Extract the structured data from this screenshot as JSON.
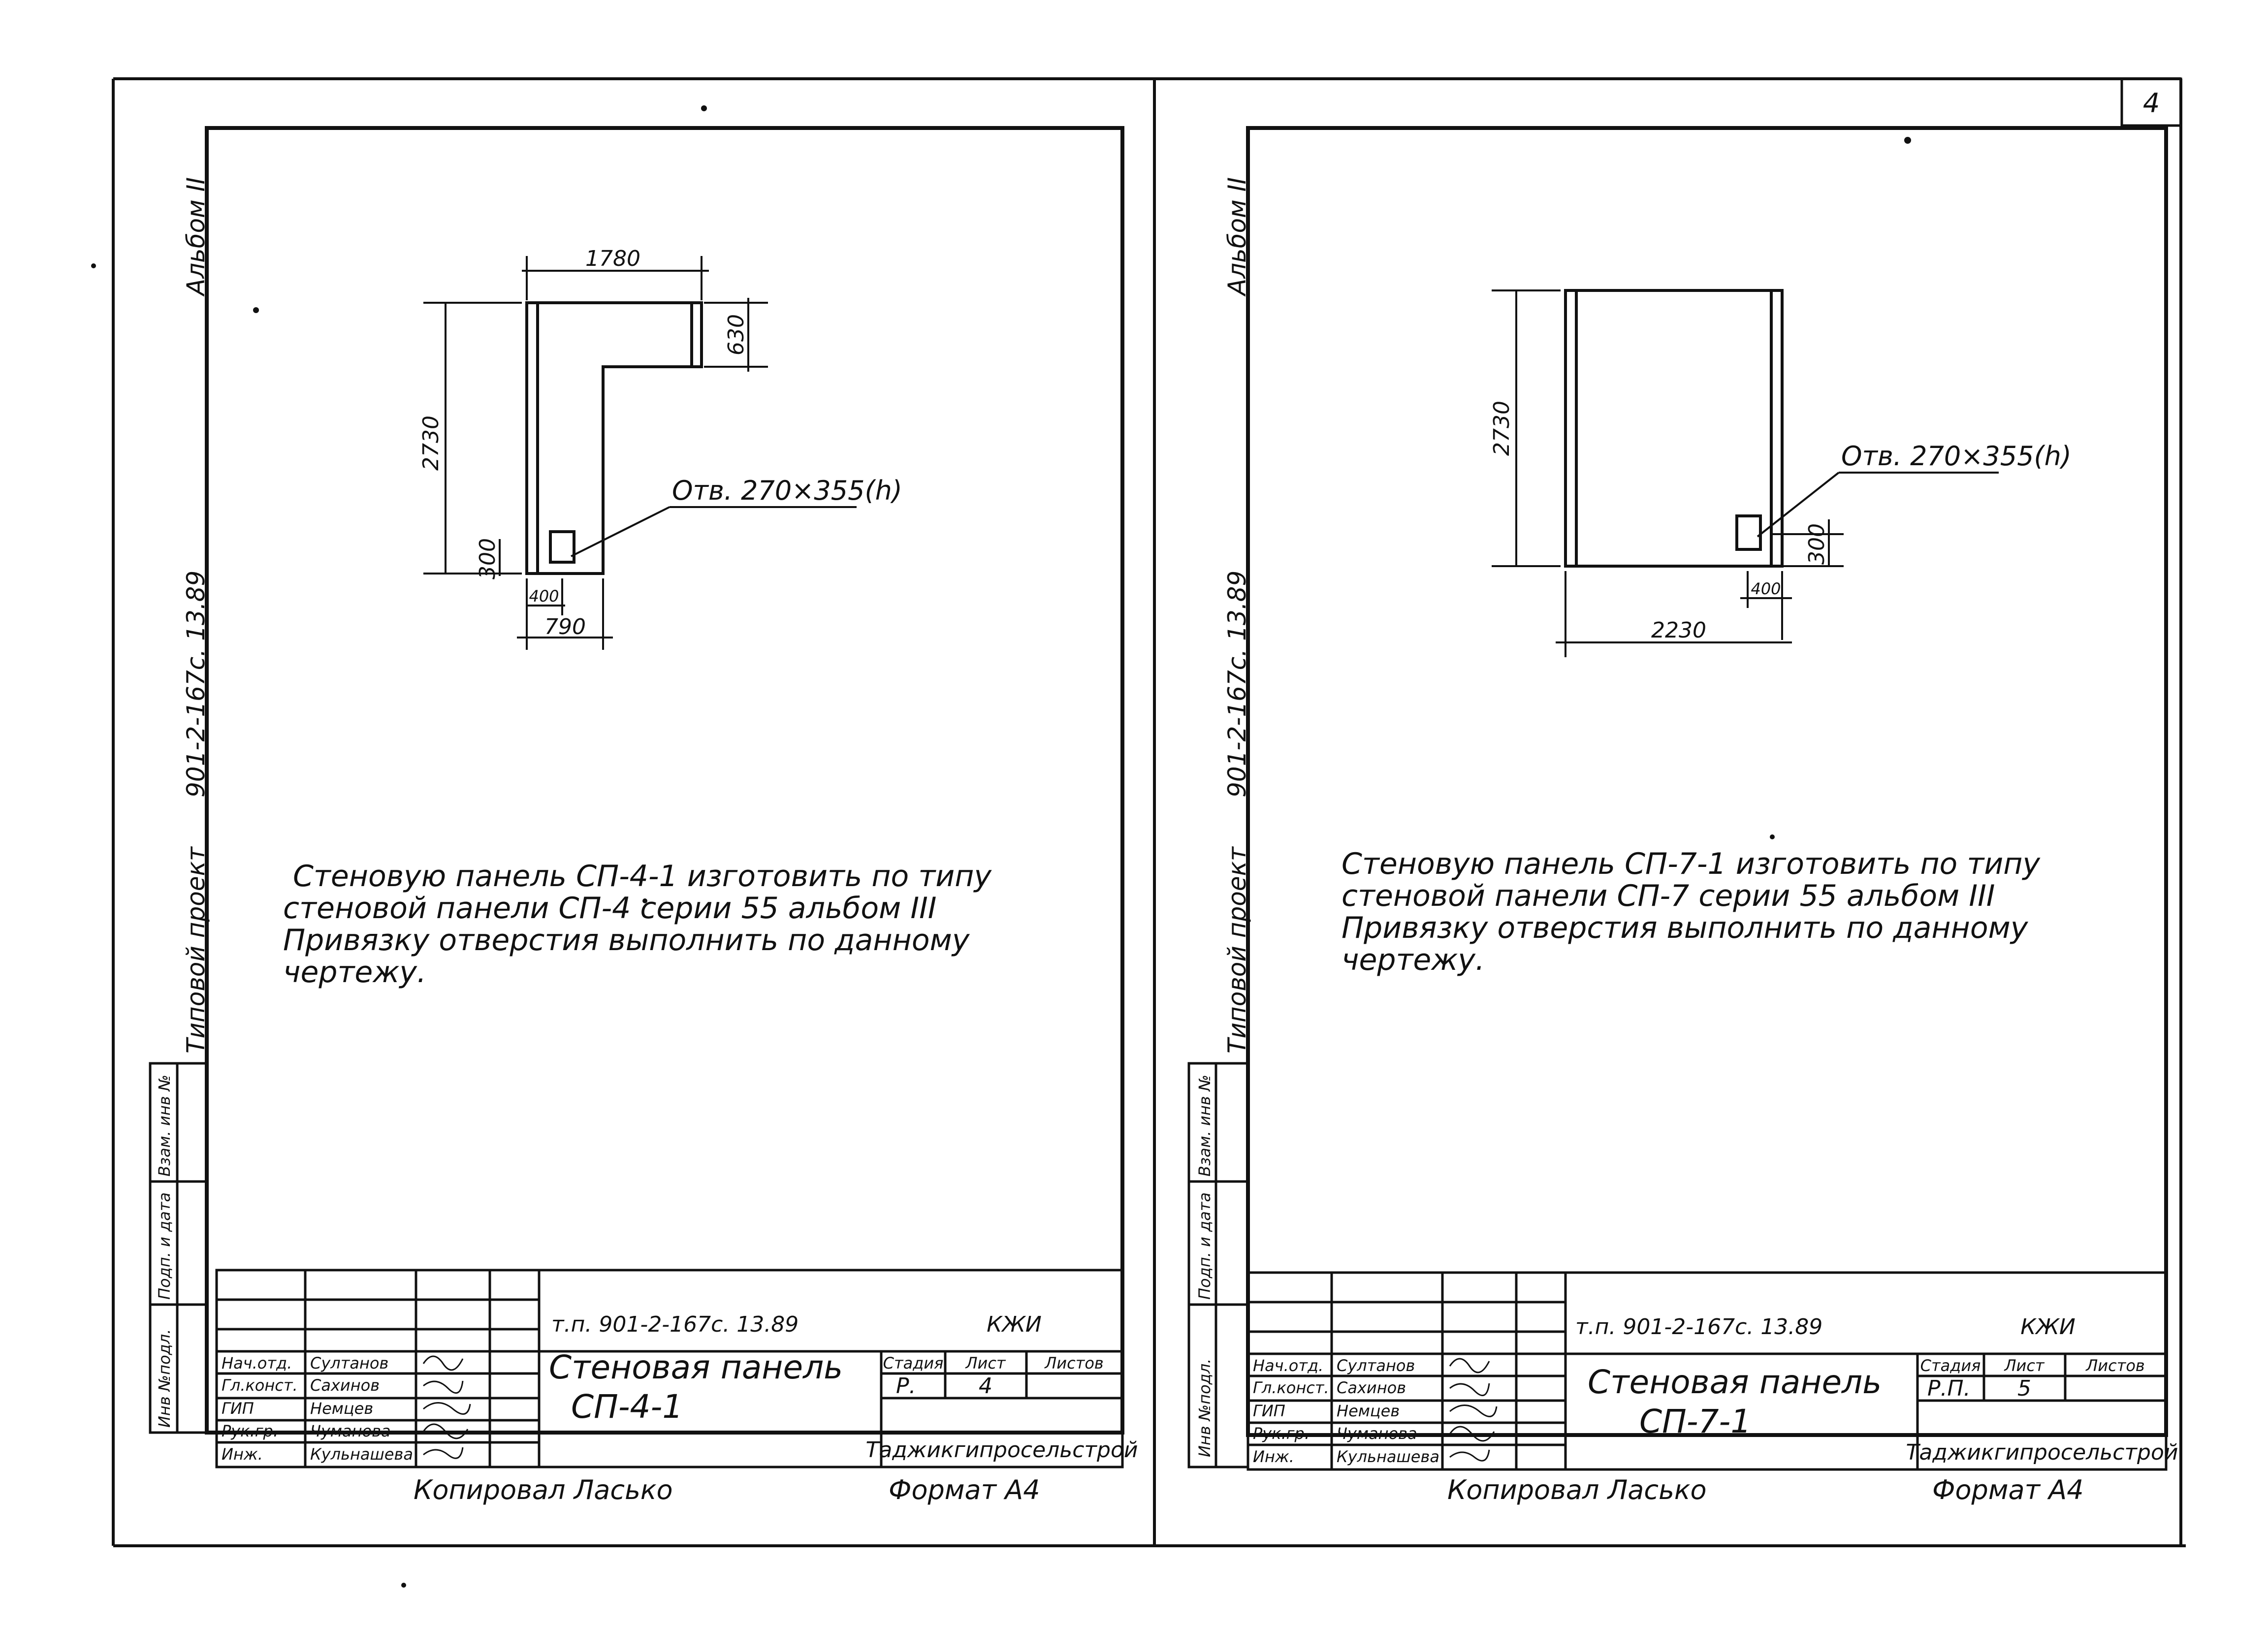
{
  "page": {
    "sheet_number": "4",
    "album_label": "Альбом II"
  },
  "left": {
    "side_project": "Типовой проект",
    "side_code": "901-2-167с. 13.89",
    "stamp_col1": "Инв №подл.",
    "stamp_col2": "Подп. и дата",
    "stamp_col3": "Взам. инв №",
    "dim_width_top": "1780",
    "dim_height": "2730",
    "dim_arm": "630",
    "dim_hole_y": "300",
    "dim_hole_x": "400",
    "dim_bottom": "790",
    "hole_label": "Отв. 270×355(h)",
    "note_lines": [
      "Стеновую панель СП-4-1 изготовить по типу",
      "стеновой панели СП-4 серии 55 альбом III",
      "Привязку отверстия выполнить по данному",
      "чертежу."
    ],
    "tb": {
      "doc_code": "т.п. 901-2-167с. 13.89",
      "section": "КЖИ",
      "title_line1": "Стеновая панель",
      "title_line2": "СП-4-1",
      "stage_header": "Стадия",
      "sheet_header": "Лист",
      "sheets_header": "Листов",
      "stage_value": "Р.",
      "sheet_value": "4",
      "org": "Таджикгипросельстрой",
      "roles": [
        "Нач.отд.",
        "Гл.конст.",
        "ГИП",
        "Рук.гр.",
        "Инж."
      ],
      "names": [
        "Султанов",
        "Сахинов",
        "Немцев",
        "Чуманова",
        "Кульнашева"
      ]
    },
    "copied": "Копировал  Ласько",
    "format": "Формат А4"
  },
  "right": {
    "side_project": "Типовой проект",
    "side_code": "901-2-167с. 13.89",
    "stamp_col1": "Инв №подл.",
    "stamp_col2": "Подп. и дата",
    "stamp_col3": "Взам. инв №",
    "dim_height": "2730",
    "dim_hole_y": "300",
    "dim_hole_x": "400",
    "dim_bottom": "2230",
    "hole_label": "Отв. 270×355(h)",
    "note_lines": [
      "Стеновую панель СП-7-1 изготовить по типу",
      "стеновой панели СП-7 серии 55 альбом III",
      "Привязку отверстия выполнить по данному",
      "чертежу."
    ],
    "tb": {
      "doc_code": "т.п. 901-2-167с. 13.89",
      "section": "КЖИ",
      "title_line1": "Стеновая панель",
      "title_line2": "СП-7-1",
      "stage_header": "Стадия",
      "sheet_header": "Лист",
      "sheets_header": "Листов",
      "stage_value": "Р.П.",
      "sheet_value": "5",
      "org": "Таджикгипросельстрой",
      "roles": [
        "Нач.отд.",
        "Гл.конст.",
        "ГИП",
        "Рук.гр.",
        "Инж."
      ],
      "names": [
        "Султанов",
        "Сахинов",
        "Немцев",
        "Чуманова",
        "Кульнашева"
      ]
    },
    "copied": "Копировал  Ласько",
    "format": "Формат А4"
  }
}
